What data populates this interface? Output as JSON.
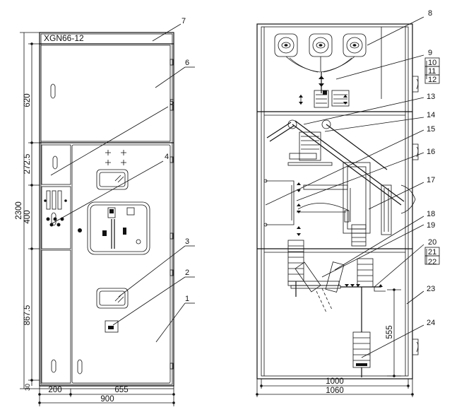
{
  "front_view": {
    "model_label": "XGN66-12",
    "height_dimensions": [
      "620",
      "272.5",
      "400",
      "867.5",
      "30"
    ],
    "overall_height": "2300",
    "width_dimensions": [
      "200",
      "655",
      "900"
    ]
  },
  "side_view": {
    "width_dimensions": [
      "1000",
      "1060"
    ],
    "inner_dimension": "555"
  },
  "callouts": [
    "1",
    "2",
    "3",
    "4",
    "5",
    "6",
    "7",
    "8",
    "9",
    "10",
    "11",
    "12",
    "13",
    "14",
    "15",
    "16",
    "17",
    "18",
    "19",
    "20",
    "21",
    "22",
    "23",
    "24"
  ]
}
